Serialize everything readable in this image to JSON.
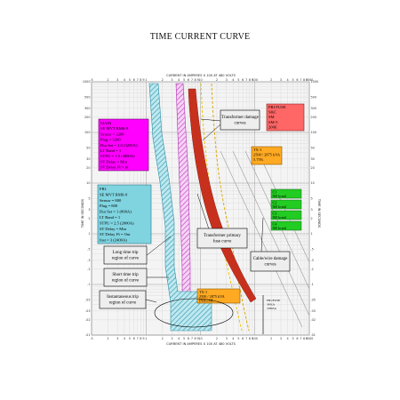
{
  "title": "TIME CURRENT CURVE",
  "axes": {
    "top_label": "CURRENT IN AMPERES X 100 AT 480 VOLTS",
    "bottom_label": "CURRENT IN AMPERES X 100 AT 480 VOLTS",
    "left_label": "TIME IN SECONDS",
    "right_label": "TIME IN SECONDS",
    "x_decade_ticks": [
      "2",
      "3",
      "4",
      "5",
      "6",
      "7",
      "8",
      "9"
    ],
    "x_decade_starts": [
      ".5",
      "1",
      "10",
      "100",
      "1000"
    ],
    "y_ticks": [
      "1000",
      "500",
      "300",
      "200",
      "100",
      "50",
      "30",
      "20",
      "10",
      "5",
      "3",
      "2",
      "1",
      ".5",
      ".3",
      ".2",
      ".1",
      ".05",
      ".03",
      ".02",
      ".01"
    ]
  },
  "boxes": {
    "main_breaker": [
      "MAIN",
      "SE MVT RMS-9",
      "Sensor = 3200",
      "Plug = 3200",
      "Dur Set = 1.0 (3200A)",
      "LT Band = 1",
      "STPU = 1.5 (4800A)",
      "ST Delay = Min",
      "ST Delay I²t = In"
    ],
    "feeder_breaker": [
      "FB1",
      "SE MVT RMS-9",
      "Sensor = 800",
      "Plug = 800",
      "Dur Set = 1 (800A)",
      "LT Band = 1",
      "STPU = 2.5 (2000A)",
      "ST Delay = Min",
      "ST Delay I²t = Out",
      "Inst = 3 (2400A)"
    ],
    "fuse": [
      "PRI FUSE",
      "S&C",
      "SM",
      "SM-5",
      "200E"
    ],
    "transformer_top": [
      "TX-1",
      "2500 / 2875 kVA",
      "5.75%"
    ],
    "transformer_bottom": [
      "TX-1",
      "2500 / 2875 kVA",
      "INRUSH"
    ],
    "cables": [
      "C1",
      "C2",
      "C3",
      "C4"
    ],
    "cable_values": [
      "500 kcmil",
      "500 kcmil",
      "500 kcmil",
      "500 kcmil"
    ],
    "fault_label": [
      "FB1/FUSE",
      "38 KA",
      "37865A"
    ]
  },
  "callouts": {
    "transformer_damage": "Transformer damage curves",
    "primary_fuse": "Transformer primary fuse curve",
    "cable_damage": "Cable/wire damage curves",
    "long_time": "Long time trip region of curve",
    "short_time": "Short time trip region of curve",
    "instantaneous": "Instantaneous trip region of curve"
  },
  "colors": {
    "main": "#ff00ff",
    "feeder": "#7fd4e0",
    "fuse": "#ff6666",
    "transformer": "#ffaa22",
    "cable": "#22cc22",
    "fuse_curve": "#cc2200",
    "damage_curve": "#f2c200"
  }
}
